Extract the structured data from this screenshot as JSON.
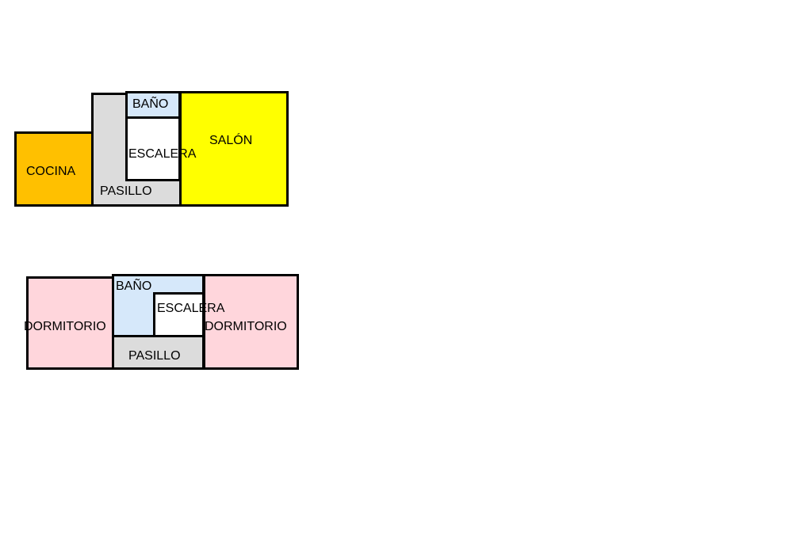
{
  "colors": {
    "kitchen": "#FFC000",
    "living_room": "#FFFF00",
    "hallway": "#DCDCDC",
    "bathroom": "#D6E8FA",
    "stairs": "#FFFFFF",
    "bedroom": "#FFD6DC",
    "outline": "#000000"
  },
  "ground_floor": {
    "kitchen": "COCINA",
    "hallway": "PASILLO",
    "bathroom": "BAÑO",
    "stairs": "ESCALERA",
    "living_room": "SALÓN"
  },
  "upper_floor": {
    "bedroom_left": "DORMITORIO",
    "bathroom": "BAÑO",
    "stairs": "ESCALERA",
    "hallway": "PASILLO",
    "bedroom_right": "DORMITORIO"
  }
}
